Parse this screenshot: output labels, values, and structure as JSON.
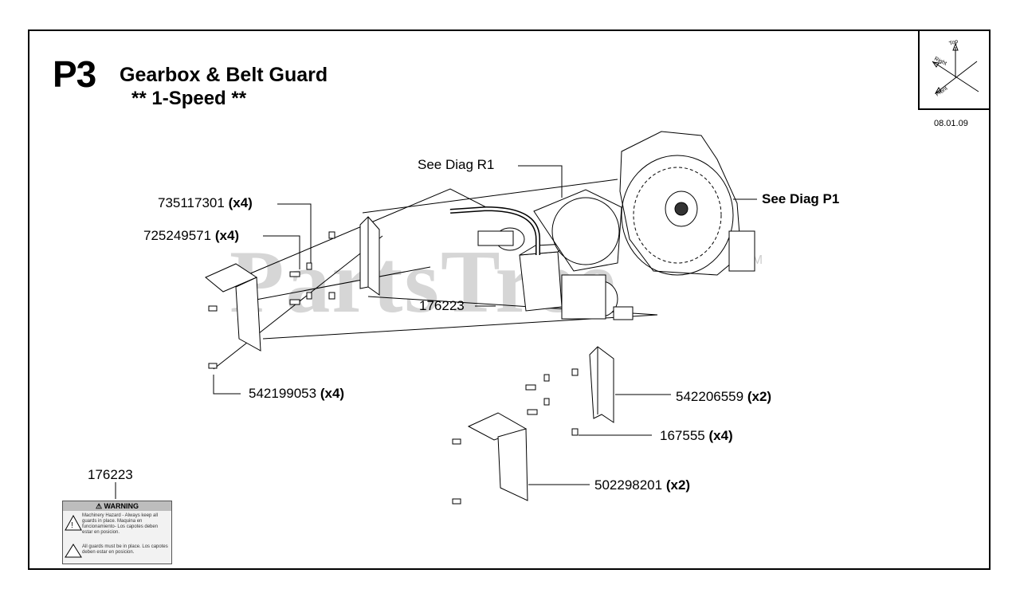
{
  "header": {
    "page_code": "P3",
    "title": "Gearbox & Belt Guard",
    "subtitle": "** 1-Speed **",
    "date_code": "08.01.09"
  },
  "orientation": {
    "top": "Top",
    "right": "Right",
    "front": "Front"
  },
  "watermark": {
    "text": "PartsTree",
    "tm": "TM"
  },
  "callouts": [
    {
      "part": "See Diag R1",
      "qty": ""
    },
    {
      "part": "735117301",
      "qty": "(x4)"
    },
    {
      "part": "725249571",
      "qty": "(x4)"
    },
    {
      "part": "See Diag P1",
      "qty": ""
    },
    {
      "part": "176223",
      "qty": ""
    },
    {
      "part": "542199053",
      "qty": "(x4)"
    },
    {
      "part": "542206559",
      "qty": "(x2)"
    },
    {
      "part": "167555",
      "qty": "(x4)"
    },
    {
      "part": "502298201",
      "qty": "(x2)"
    },
    {
      "part": "176223",
      "qty": ""
    }
  ],
  "warning_label": {
    "heading": "WARNING",
    "line1": "Machinery Hazard - Always keep all guards in place. Maquina en funcionamiento- Los capotes deben estar en posicion.",
    "line2": "All guards must be in place. Los capotes deben estar en posicion."
  }
}
